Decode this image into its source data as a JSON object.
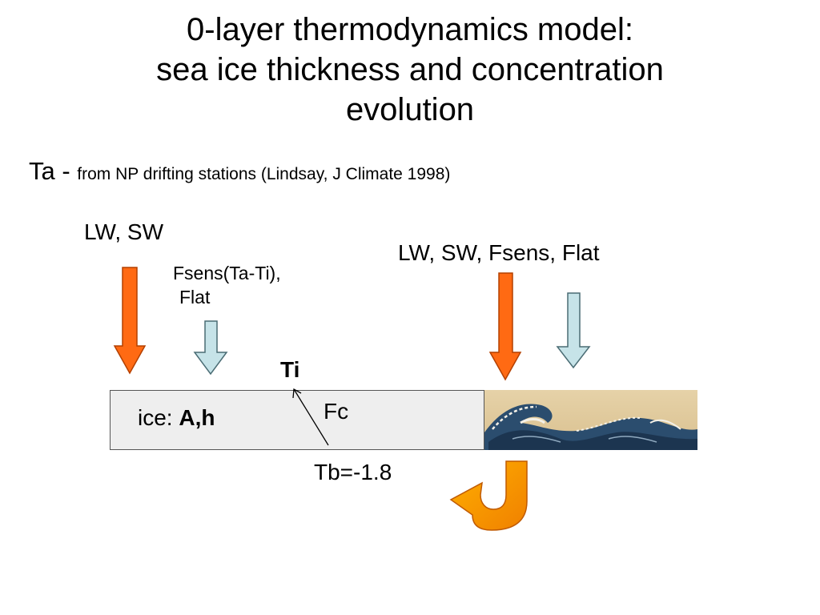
{
  "title": {
    "line1": "0-layer thermodynamics model:",
    "line2": "sea ice thickness and concentration",
    "line3": "evolution"
  },
  "forcing": {
    "prefix": "Ta - ",
    "detail": "from NP drifting stations (Lindsay, J Climate 1998)"
  },
  "ice_side": {
    "radiation_label": "LW, SW",
    "turbulent_line1": "Fsens(Ta-Ti),",
    "turbulent_line2": "Flat"
  },
  "ocean_side": {
    "fluxes_label": "LW, SW, Fsens, Flat"
  },
  "ice_slab": {
    "label_prefix": "ice: ",
    "label_vars": "A,h",
    "surface_temp": "Ti",
    "conductive_flux": "Fc",
    "bottom_temp": "Tb=-1.8"
  },
  "colors": {
    "radiation_arrow": "#ff6a13",
    "turbulent_arrow": "#c6e3e8",
    "loop_arrow": "#ff9b00",
    "ice": "#eeeeee",
    "wave": "#2b4d6e"
  },
  "icons": {
    "ocean": "great-wave-image-icon",
    "loop": "u-turn-arrow-icon"
  }
}
